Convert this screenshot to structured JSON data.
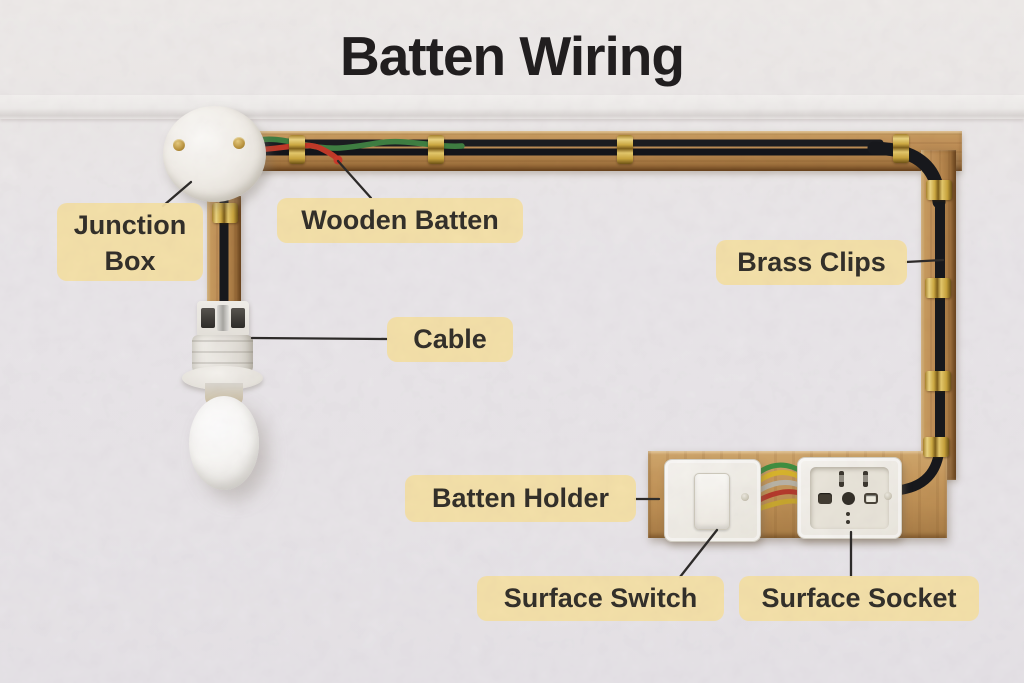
{
  "title": "Batten Wiring",
  "labels": {
    "junction_box": "Junction Box",
    "wooden_batten": "Wooden Batten",
    "cable": "Cable",
    "brass_clips": "Brass Clips",
    "batten_holder": "Batten Holder",
    "surface_switch": "Surface Switch",
    "surface_socket": "Surface Socket"
  },
  "colors": {
    "label_background": "#f6e1a6",
    "label_text": "#33302a",
    "title_text": "#211e1f",
    "wall": "#eae7ea",
    "wood": "#b9894f",
    "brass_clip": "#caa53d",
    "cable_black": "#17181c",
    "wire_green": "#3f7f42",
    "wire_red": "#c23a28",
    "wire_yellow": "#d9b52c",
    "wire_gray": "#b9b4a7"
  }
}
